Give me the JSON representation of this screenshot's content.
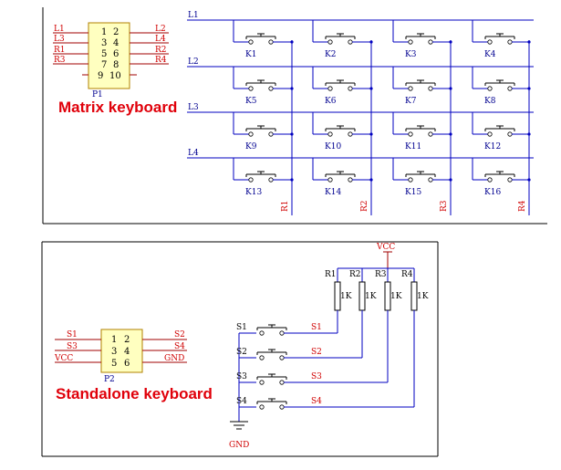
{
  "matrix": {
    "title": "Matrix keyboard",
    "header": {
      "designator": "P1",
      "left_labels": [
        "L1",
        "L3",
        "R1",
        "R3"
      ],
      "right_labels": [
        "L2",
        "L4",
        "R2",
        "R4"
      ],
      "pin_rows": [
        [
          "1",
          "2"
        ],
        [
          "3",
          "4"
        ],
        [
          "5",
          "6"
        ],
        [
          "7",
          "8"
        ],
        [
          "9",
          "10"
        ]
      ]
    },
    "rows": [
      "L1",
      "L2",
      "L3",
      "L4"
    ],
    "cols": [
      "R1",
      "R2",
      "R3",
      "R4"
    ],
    "keys": [
      "K1",
      "K2",
      "K3",
      "K4",
      "K5",
      "K6",
      "K7",
      "K8",
      "K9",
      "K10",
      "K11",
      "K12",
      "K13",
      "K14",
      "K15",
      "K16"
    ]
  },
  "standalone": {
    "title": "Standalone keyboard",
    "header": {
      "designator": "P2",
      "left_labels": [
        "S1",
        "S3",
        "VCC"
      ],
      "right_labels": [
        "S2",
        "S4",
        "GND"
      ],
      "pin_rows": [
        [
          "1",
          "2"
        ],
        [
          "3",
          "4"
        ],
        [
          "5",
          "6"
        ]
      ]
    },
    "vcc_label": "VCC",
    "gnd_label": "GND",
    "resistors": [
      {
        "name": "R1",
        "value": "1K"
      },
      {
        "name": "R2",
        "value": "1K"
      },
      {
        "name": "R3",
        "value": "1K"
      },
      {
        "name": "R4",
        "value": "1K"
      }
    ],
    "switches": [
      "S1",
      "S2",
      "S3",
      "S4"
    ]
  }
}
